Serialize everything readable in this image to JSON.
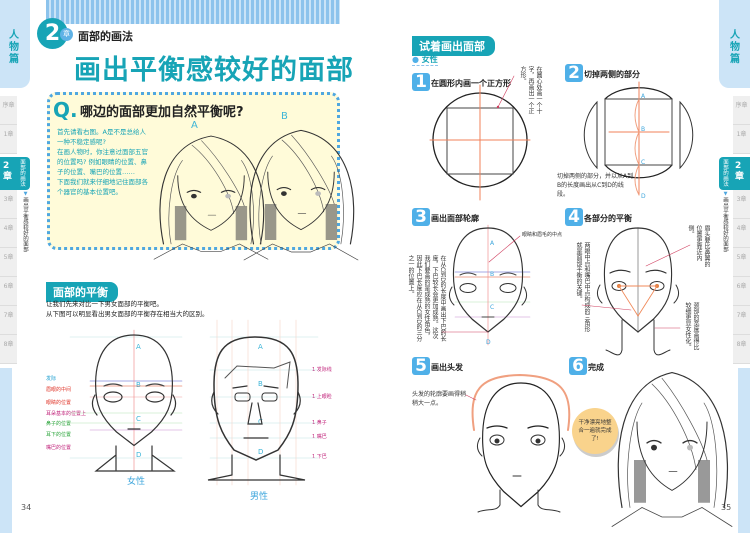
{
  "left_page": {
    "chapter_number": "2",
    "chapter_badge": "章",
    "chapter_title": "面部的画法",
    "title": "画出平衡感较好的面部",
    "question": {
      "mark": "Q.",
      "text": "哪边的面部更加自然平衡呢?",
      "paragraph": "首先请看右图。A是不是总给人一种不稳定感呢?\n在画人物时，你注意过面部五官的位置吗? 例如眼睛的位置、鼻子的位置、嘴巴的位置……\n下面我们就来仔细地记住面部各个器官的基本位置吧。",
      "label_a": "A",
      "label_b": "B"
    },
    "section": {
      "header": "面部的平衡",
      "line1": "让我们先来对比一下男女面部的平衡吧。",
      "line2": "从下图可以明显看出男女面部的平衡存在相当大的区别。"
    },
    "female": {
      "caption": "女性",
      "points": [
        "A",
        "B",
        "C",
        "D"
      ],
      "annotations": [
        {
          "text": "发际",
          "color": "#1e9fd0"
        },
        {
          "text": "眉眼的中间",
          "color": "#e0362a"
        },
        {
          "text": "眼睛的位置",
          "color": "#e0362a"
        },
        {
          "text": "耳朵基本的位置上",
          "color": "#c0227a"
        },
        {
          "text": "鼻子的位置",
          "color": "#2aa43a"
        },
        {
          "text": "耳下的位置",
          "color": "#2aa43a"
        },
        {
          "text": "嘴巴的位置",
          "color": "#c0227a"
        }
      ]
    },
    "male": {
      "caption": "男性",
      "points": [
        "A",
        "B",
        "C",
        "D"
      ],
      "annotations": [
        "1 发际线",
        "1 上眼睑",
        "1 鼻子",
        "1 嘴巴",
        "1 下巴"
      ]
    },
    "page_number": "34"
  },
  "right_page": {
    "section_header": "试着画出面部",
    "subsection": "女性",
    "steps": [
      {
        "n": "1",
        "label": "在圆形内画一个正方形",
        "note": "在圆心处画一个十字，再画出一个正方形。"
      },
      {
        "n": "2",
        "label": "切掉两侧的部分",
        "note": "切掉两侧的部分，并以从A到B的长度画出从C到D的线段。"
      },
      {
        "n": "3",
        "label": "画出面部轮廓",
        "note": "眼睛和眉毛的中点",
        "note2": "在从C到D的长度中画出下巴的长度，下巴较长会更加成熟。这次我们要画的是成熟的女性角色，因此下巴长度应在从C到D的三分之一的位置上。"
      },
      {
        "n": "4",
        "label": "各部分的平衡",
        "note": "两眼中点和嘴巴中点构成的三角形就是面部平衡的关键。",
        "note2": "眉头要比鼻翼的位置更靠近内侧。",
        "note3": "颈部的宽度画得比较细更显女性化。"
      },
      {
        "n": "5",
        "label": "画出头发",
        "note": "头发的轮廓要画得稍稍大一点。"
      },
      {
        "n": "6",
        "label": "完成",
        "bubble": "干净漂亮地整合一遍就完成了!"
      }
    ],
    "page_number": "35"
  },
  "sidebar": {
    "category": "人物篇",
    "tabs": [
      "序章",
      "1章",
      "2章",
      "3章",
      "4章",
      "5章",
      "6章",
      "7章",
      "8章"
    ],
    "active_tab_title": "面部的画法",
    "active_subtitle": "画出平衡感较好的面部"
  },
  "colors": {
    "teal": "#17a4b6",
    "blue": "#4fb0e8",
    "light_blue": "#cce4f7",
    "question_bg": "#fffbd9",
    "bubble": "#f9d38c"
  }
}
